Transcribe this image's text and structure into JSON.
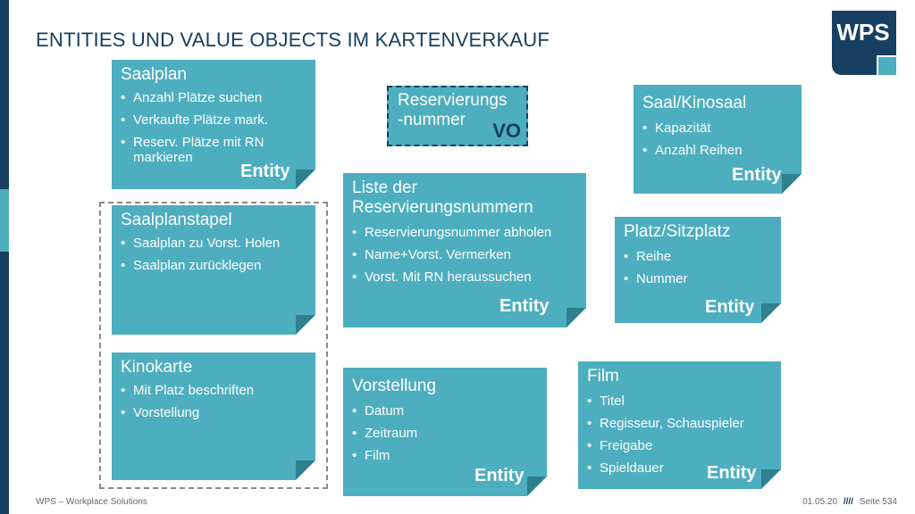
{
  "slide": {
    "title": "ENTITIES UND VALUE OBJECTS IM KARTENVERKAUF",
    "logo_text": "WPS",
    "footer_left": "WPS – Workplace Solutions",
    "footer_date": "01.05.20",
    "footer_sep": "////",
    "footer_page": "Seite 534"
  },
  "colors": {
    "card": "#4daebf",
    "navy": "#173f62",
    "fold": "#2f7f8c"
  },
  "cards": {
    "saalplan": {
      "title": "Saalplan",
      "items": [
        "Anzahl Plätze suchen",
        "Verkaufte Plätze mark.",
        "Reserv. Plätze mit RN markieren"
      ],
      "tag": "Entity"
    },
    "saalplanstapel": {
      "title": "Saalplanstapel",
      "items": [
        "Saalplan zu Vorst. Holen",
        "Saalplan zurücklegen"
      ]
    },
    "kinokarte": {
      "title": "Kinokarte",
      "items": [
        "Mit Platz beschriften",
        "Vorstellung"
      ]
    },
    "reservierungsnummer": {
      "title_line1": "Reservierungs",
      "title_line2": "-nummer",
      "tag": "VO"
    },
    "liste": {
      "title_line1": "Liste der",
      "title_line2": "Reservierungsnummern",
      "items": [
        "Reservierungsnummer abholen",
        "Name+Vorst. Vermerken",
        "Vorst. Mit RN heraussuchen"
      ],
      "tag": "Entity"
    },
    "vorstellung": {
      "title": "Vorstellung",
      "items": [
        "Datum",
        "Zeitraum",
        "Film"
      ],
      "tag": "Entity"
    },
    "saal": {
      "title": "Saal/Kinosaal",
      "items": [
        "Kapazität",
        "Anzahl Reihen"
      ],
      "tag": "Entity"
    },
    "platz": {
      "title": "Platz/Sitzplatz",
      "items": [
        "Reihe",
        "Nummer"
      ],
      "tag": "Entity"
    },
    "film": {
      "title": "Film",
      "items": [
        "Titel",
        "Regisseur, Schauspieler",
        "Freigabe",
        "Spieldauer"
      ],
      "tag": "Entity"
    }
  }
}
